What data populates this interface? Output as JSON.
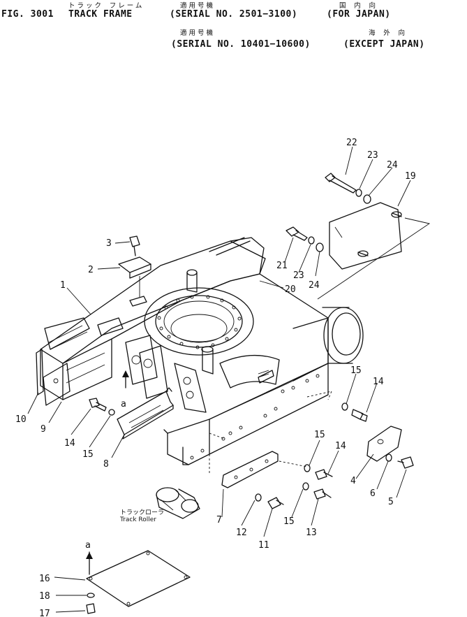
{
  "header": {
    "fig_no": "FIG. 3001",
    "title_en": "TRACK FRAME",
    "title_jp": "トラック フレーム",
    "serial_jp_1": "適用号機",
    "serial_1": "(SERIAL NO. 2501−3100)",
    "region_jp_1": "国 内 向",
    "region_1": "(FOR JAPAN)",
    "serial_jp_2": "適用号機",
    "serial_2": "(SERIAL NO. 10401−10600)",
    "region_jp_2": "海 外 向",
    "region_2": "(EXCEPT JAPAN)"
  },
  "parts": {
    "p1": "1",
    "p2": "2",
    "p3": "3",
    "p4": "4",
    "p5": "5",
    "p6": "6",
    "p7": "7",
    "p8": "8",
    "p9": "9",
    "p10": "10",
    "p11": "11",
    "p12": "12",
    "p13": "13",
    "p14a": "14",
    "p14b": "14",
    "p14c": "14",
    "p15a": "15",
    "p15b": "15",
    "p15c": "15",
    "p15d": "15",
    "p16": "16",
    "p17": "17",
    "p18": "18",
    "p19": "19",
    "p20": "20",
    "p21": "21",
    "p22": "22",
    "p23a": "23",
    "p23b": "23",
    "p24a": "24",
    "p24b": "24"
  },
  "views": {
    "a_upper": "a",
    "a_lower": "a"
  },
  "track_roller": {
    "jp": "トラックローラ",
    "en": "Track  Roller"
  }
}
